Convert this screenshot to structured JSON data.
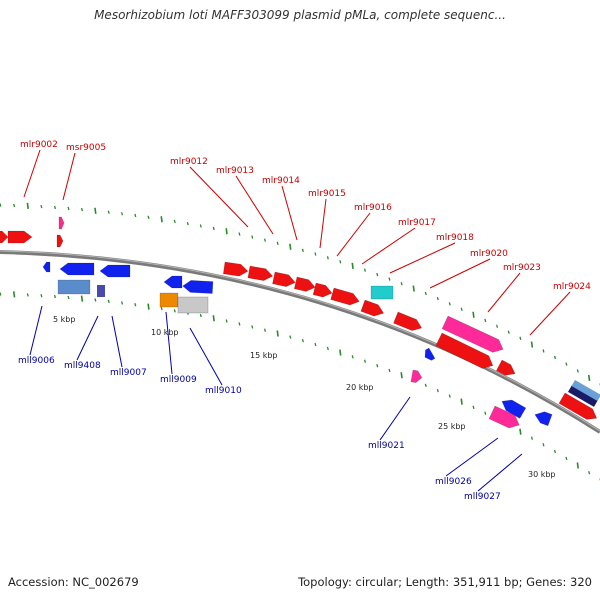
{
  "title": "Mesorhizobium loti MAFF303099 plasmid pMLa, complete sequenc...",
  "footer": {
    "accession": "Accession: NC_002679",
    "summary": "Topology: circular; Length: 351,911 bp; Genes: 320"
  },
  "colors": {
    "forward_label": "#cc0000",
    "reverse_label": "#0000aa",
    "tick": "#2a8a2a",
    "backbone": "#808080"
  },
  "scale_labels": [
    "5 kbp",
    "10 kbp",
    "15 kbp",
    "20 kbp",
    "25 kbp",
    "30 kbp"
  ],
  "labels_forward": [
    "mlr9002",
    "msr9005",
    "mlr9012",
    "mlr9013",
    "mlr9014",
    "mlr9015",
    "mlr9016",
    "mlr9017",
    "mlr9018",
    "mlr9020",
    "mlr9023",
    "mlr9024"
  ],
  "labels_reverse": [
    "mll9006",
    "mll9408",
    "mll9007",
    "mll9009",
    "mll9010",
    "mll9021",
    "mll9026",
    "mll9027"
  ]
}
